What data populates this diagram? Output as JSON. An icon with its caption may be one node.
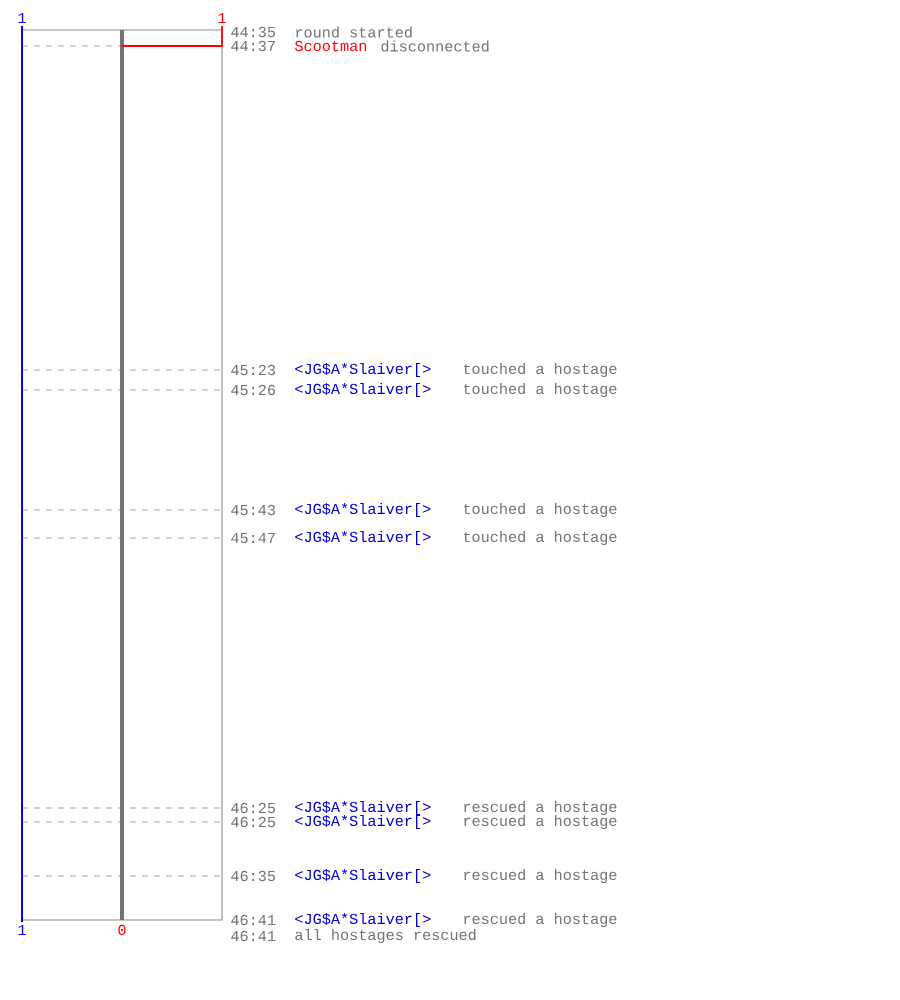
{
  "diagram": {
    "labels": [
      "1",
      "1",
      "44:35",
      "round started",
      "44:37",
      "Scootman",
      "disconnected",
      "45:23",
      "<JG$A*Slaiver[>",
      "touched a hostage",
      "45:26",
      "<JG$A*Slaiver[>",
      "touched a hostage",
      "45:43",
      "<JG$A*Slaiver[>",
      "touched a hostage",
      "45:47",
      "<JG$A*Slaiver[>",
      "touched a hostage",
      "46:25",
      "<JG$A*Slaiver[>",
      "rescued a hostage",
      "46:25",
      "<JG$A*Slaiver[>",
      "rescued a hostage",
      "46:35",
      "<JG$A*Slaiver[>",
      "rescued a hostage",
      "46:41",
      "<JG$A*Slaiver[>",
      "rescued a hostage",
      "46:41",
      "all hostages rescued",
      "1",
      "0"
    ]
  }
}
